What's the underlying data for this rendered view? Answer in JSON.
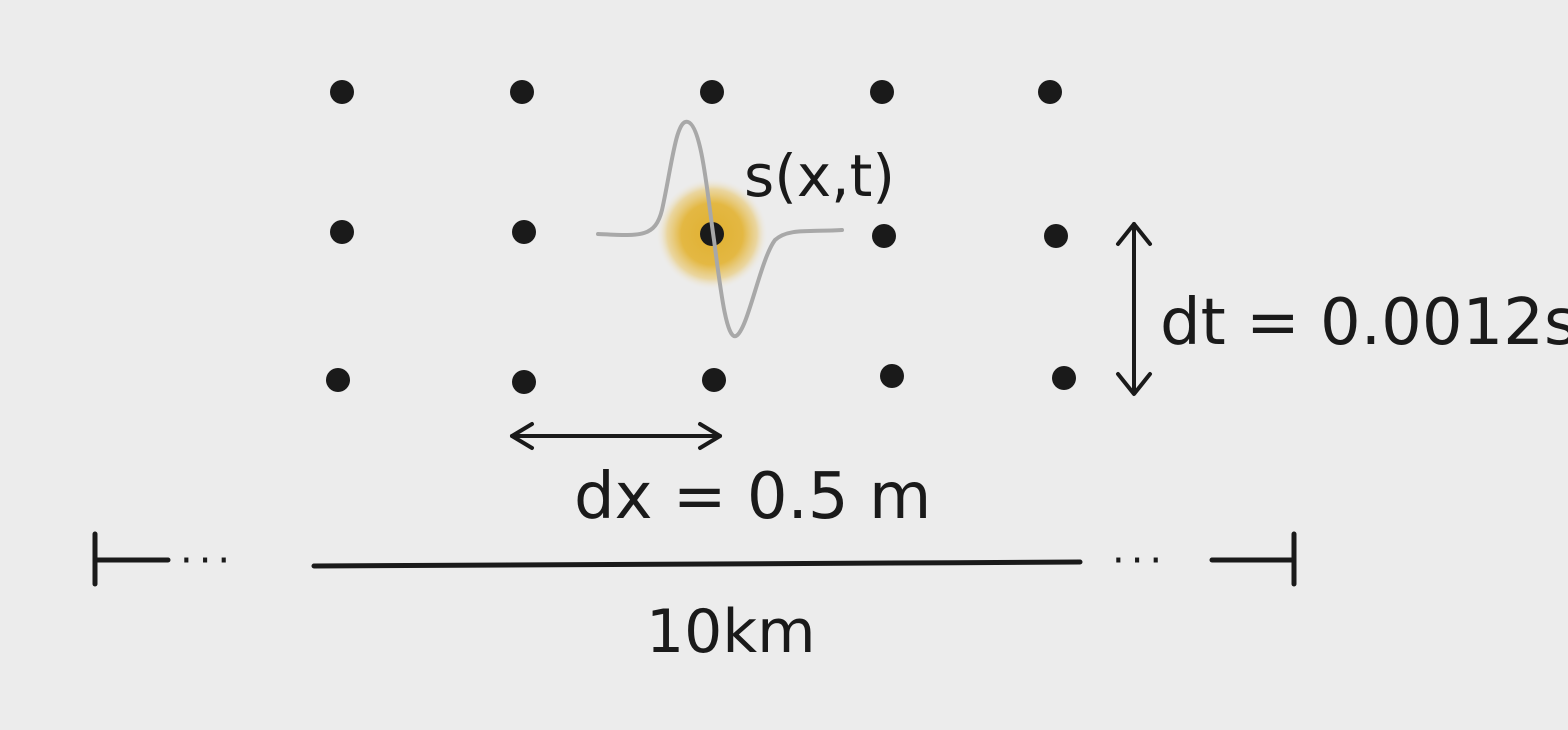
{
  "labels": {
    "signal": "s(x,t)",
    "time_step": "dt = 0.0012s",
    "space_step": "dx = 0.5 m",
    "domain_length": "10km",
    "ellipsis_left": "···",
    "ellipsis_right": "···"
  },
  "grid": {
    "rows": 3,
    "columns": 5,
    "highlighted_node": {
      "row": 2,
      "column": 3
    }
  },
  "colors": {
    "background": "#ececec",
    "ink": "#1a1a1a",
    "highlight": "#e0b030",
    "wavelet": "#a8a8a8"
  }
}
